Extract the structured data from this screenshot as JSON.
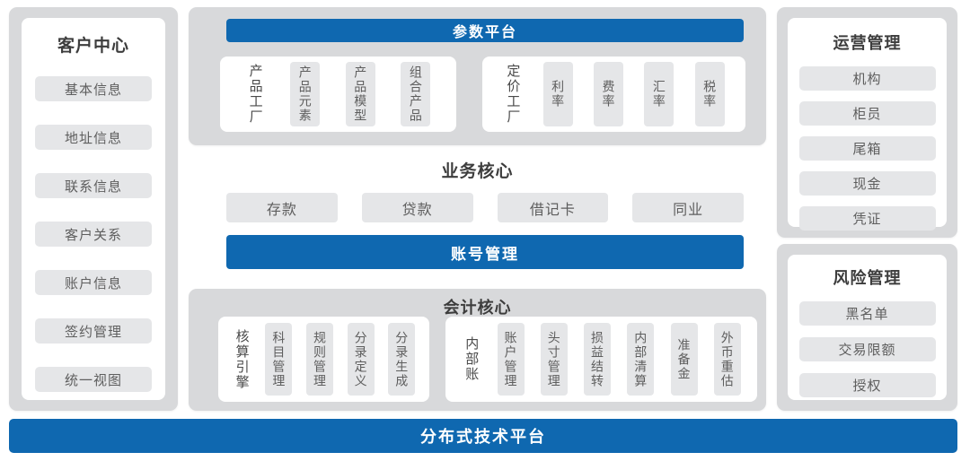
{
  "colors": {
    "accent_blue": "#0f68b0",
    "panel_gray": "#d8d9db",
    "chip_gray": "#e5e6e8",
    "title_text": "#3d3d3d",
    "item_text": "#5e5e5e"
  },
  "left_panel": {
    "title": "客户中心",
    "items": [
      "基本信息",
      "地址信息",
      "联系信息",
      "客户关系",
      "账户信息",
      "签约管理",
      "统一视图"
    ]
  },
  "param_platform": {
    "header": "参数平台",
    "groups": [
      {
        "label": "产品工厂",
        "items": [
          "产品元素",
          "产品模型",
          "组合产品"
        ]
      },
      {
        "label": "定价工厂",
        "items": [
          "利率",
          "费率",
          "汇率",
          "税率"
        ]
      }
    ]
  },
  "business_core": {
    "title": "业务核心",
    "items": [
      "存款",
      "贷款",
      "借记卡",
      "同业"
    ]
  },
  "account_mgmt": {
    "label": "账号管理"
  },
  "accounting_core": {
    "title": "会计核心",
    "groups": [
      {
        "label": "核算引擎",
        "items": [
          "科目管理",
          "规则管理",
          "分录定义",
          "分录生成"
        ]
      },
      {
        "label": "内部账",
        "items": [
          "账户管理",
          "头寸管理",
          "损益结转",
          "内部清算",
          "准备金",
          "外币重估"
        ]
      }
    ]
  },
  "operations_panel": {
    "title": "运营管理",
    "items": [
      "机构",
      "柜员",
      "尾箱",
      "现金",
      "凭证"
    ]
  },
  "risk_panel": {
    "title": "风险管理",
    "items": [
      "黑名单",
      "交易限额",
      "授权"
    ]
  },
  "bottom_bar": {
    "label": "分布式技术平台"
  }
}
